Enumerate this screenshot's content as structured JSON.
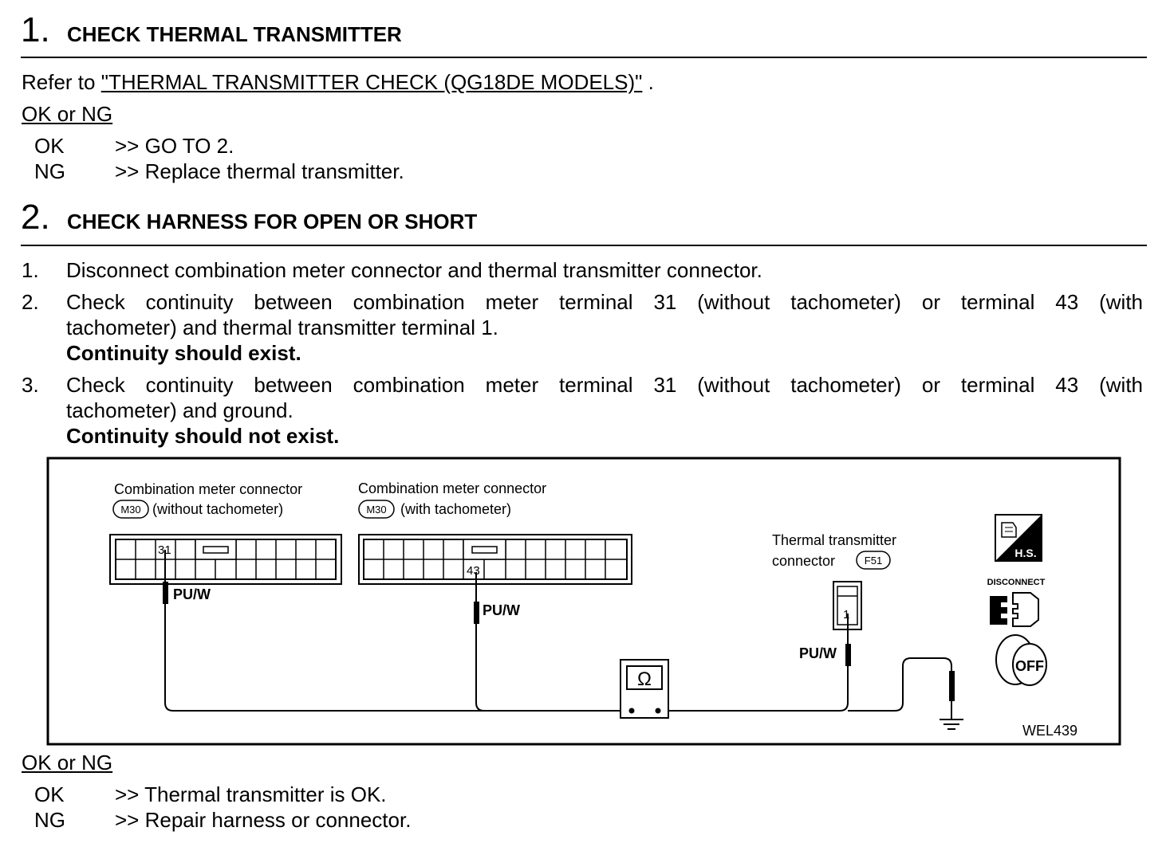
{
  "step1": {
    "number": "1.",
    "title": "CHECK THERMAL TRANSMITTER",
    "refer_prefix": "Refer to ",
    "refer_link": "\"THERMAL TRANSMITTER CHECK (QG18DE MODELS)\"",
    "refer_suffix": " .",
    "ok_or_ng": "OK or NG",
    "results": [
      {
        "code": "OK",
        "action": ">> GO TO 2."
      },
      {
        "code": "NG",
        "action": ">> Replace thermal transmitter."
      }
    ]
  },
  "step2": {
    "number": "2.",
    "title": "CHECK HARNESS FOR OPEN OR SHORT",
    "items": [
      {
        "num": "1.",
        "line1": "Disconnect combination meter connector and thermal transmitter connector."
      },
      {
        "num": "2.",
        "line1": "Check continuity between combination meter terminal 31 (without tachometer) or terminal 43 (with",
        "line2": "tachometer) and thermal transmitter terminal 1.",
        "emphasis": "Continuity should exist."
      },
      {
        "num": "3.",
        "line1": "Check continuity between combination meter terminal 31 (without tachometer) or terminal 43 (with",
        "line2": "tachometer) and ground.",
        "emphasis": "Continuity should not exist."
      }
    ],
    "ok_or_ng": "OK or NG",
    "results": [
      {
        "code": "OK",
        "action": ">> Thermal transmitter is OK."
      },
      {
        "code": "NG",
        "action": ">> Repair harness or connector."
      }
    ]
  },
  "diagram": {
    "conn1": {
      "title": "Combination meter connector",
      "code": "M30",
      "subtitle": "(without tachometer)",
      "terminal": "31",
      "wire": "PU/W"
    },
    "conn2": {
      "title": "Combination meter connector",
      "code": "M30",
      "subtitle": "(with tachometer)",
      "terminal": "43",
      "wire": "PU/W"
    },
    "conn3": {
      "title": "Thermal transmitter",
      "title2": "connector",
      "code": "F51",
      "terminal": "1",
      "wire": "PU/W"
    },
    "meter_symbol": "Ω",
    "icon_hs_label": "H.S.",
    "icon_disconnect_label": "DISCONNECT",
    "icon_off_label": "OFF",
    "figure_id": "WEL439"
  }
}
